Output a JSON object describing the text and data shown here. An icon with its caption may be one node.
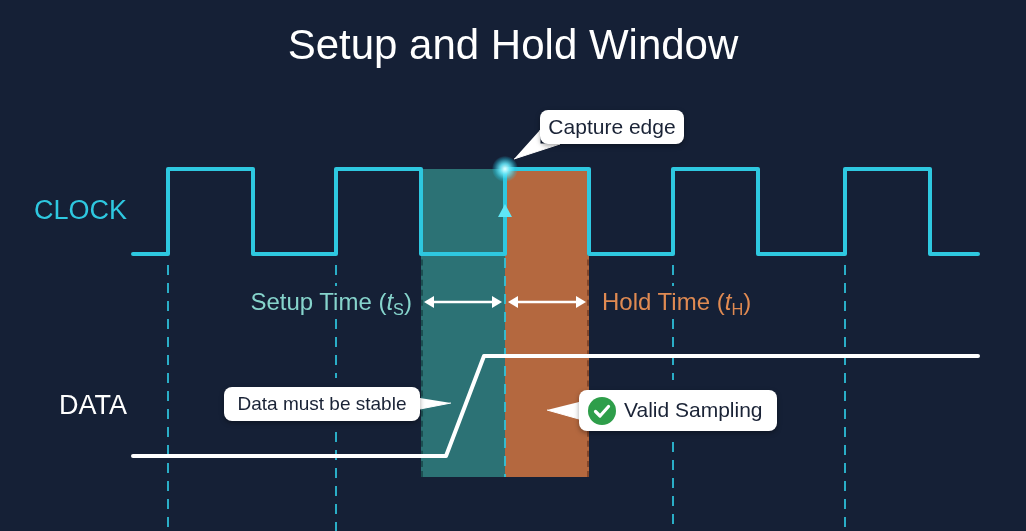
{
  "diagram": {
    "title": "Setup and Hold Window",
    "nodes": [
      {
        "text": [
          "Capture edge"
        ]
      },
      {
        "text": [],
        "shape": "circle"
      },
      {
        "text": [],
        "shape": "bar",
        "beside": [
          "Setup Time (*t*$_{S}$)"
        ]
      },
      {
        "text": [],
        "shape": "bar",
        "beside": [
          "Hold Time (*t*$_{H}$)"
        ]
      },
      {
        "text": [
          "Data must be stable"
        ]
      },
      {
        "text": [
          "Valid Sampling"
        ]
      }
    ],
    "edges": [
      {
        "from": 0,
        "to": 1,
        "arrow": "none"
      },
      {
        "from": 4,
        "to": 2,
        "arrow": "none"
      },
      {
        "from": 5,
        "to": 3,
        "arrow": "none"
      }
    ],
    "labels": [
      "CLOCK",
      "DATA"
    ]
  }
}
